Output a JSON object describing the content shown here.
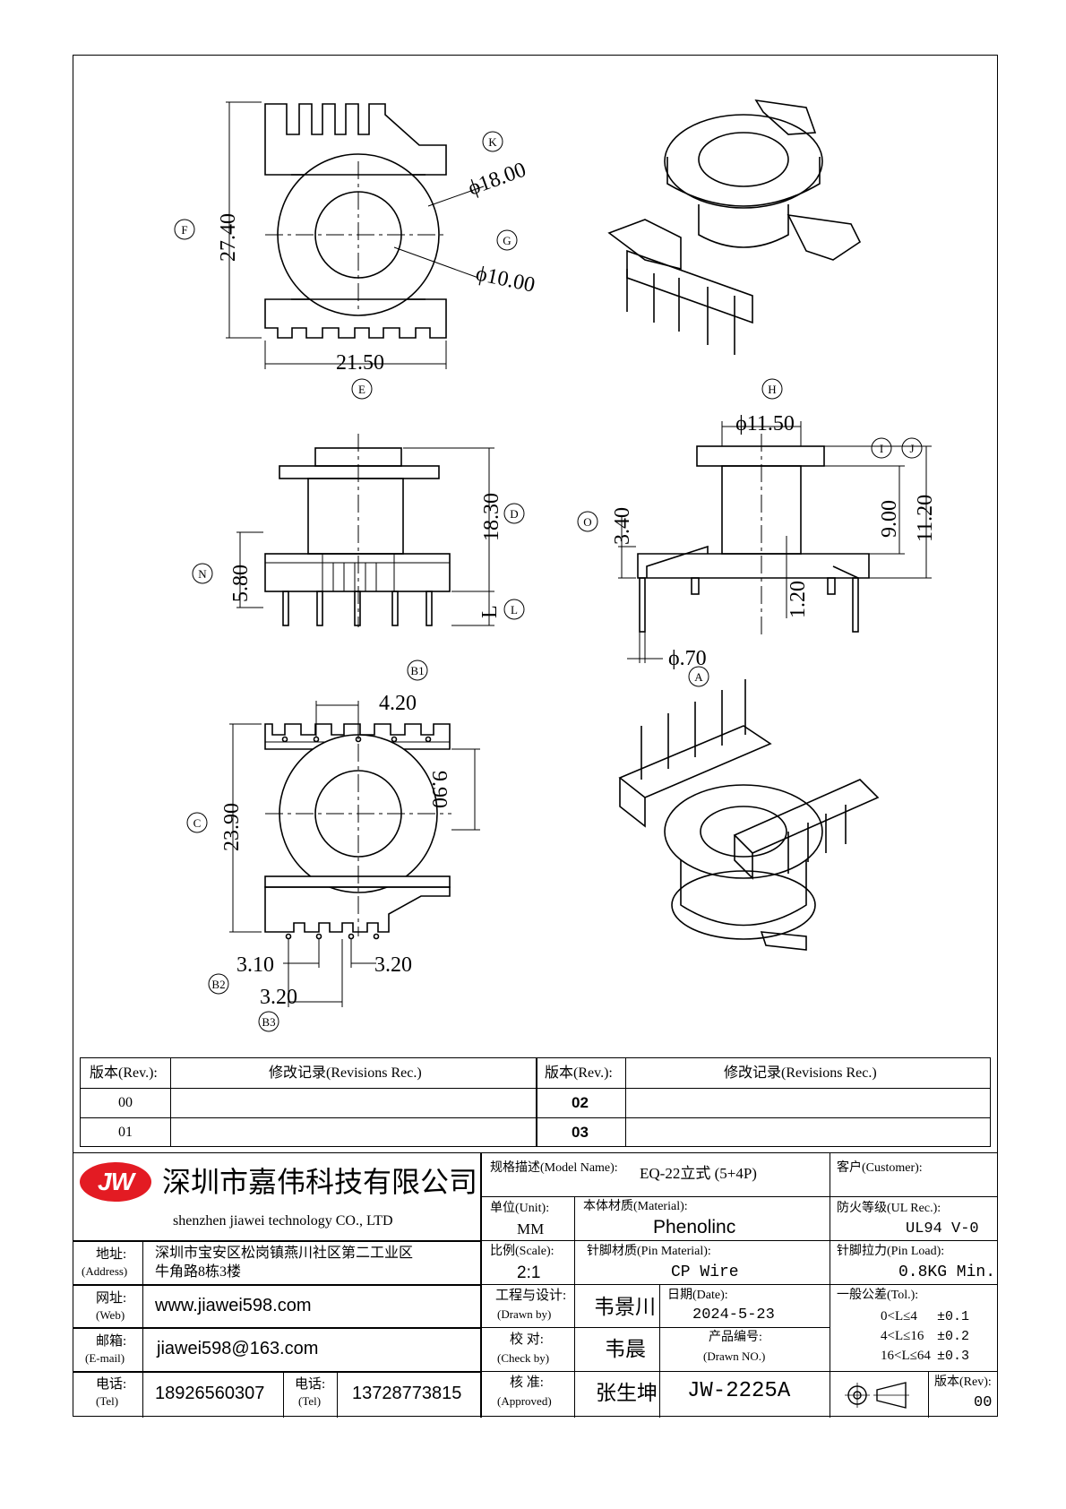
{
  "drawing": {
    "dims": {
      "k": "K",
      "phi18": "ϕ18.00",
      "g": "G",
      "phi10": "ϕ10.00",
      "f": "F",
      "d2740": "27.40",
      "d2150": "21.50",
      "e": "E",
      "h": "H",
      "phi1150": "ϕ11.50",
      "i": "I",
      "j": "J",
      "d900": "9.00",
      "d1120": "11.20",
      "o": "O",
      "d340": "3.40",
      "d120": "1.20",
      "phi070": "ϕ.70",
      "a": "A",
      "d1830": "18.30",
      "dD": "D",
      "d580": "5.80",
      "n": "N",
      "l": "L",
      "lc": "L",
      "b1": "B1",
      "d420": "4.20",
      "d990": "9.90",
      "d2390": "23.90",
      "c": "C",
      "d310": "3.10",
      "d320a": "3.20",
      "d320b": "3.20",
      "b2": "B2",
      "b3": "B3"
    }
  },
  "revisions": {
    "header_rev": "版本(Rev.):",
    "header_rec": "修改记录(Revisions Rec.)",
    "rows_left": [
      "00",
      "01"
    ],
    "rows_right": [
      "02",
      "03"
    ]
  },
  "title_block": {
    "logo": "JW",
    "company_cn": "深圳市嘉伟科技有限公司",
    "company_en": "shenzhen  jiawei  technology  CO., LTD",
    "address_label": "地址:",
    "address_label_en": "(Address)",
    "address_line1": "深圳市宝安区松岗镇燕川社区第二工业区",
    "address_line2": "牛角路8栋3楼",
    "web_label": "网址:",
    "web_label_en": "(Web)",
    "web": "www.jiawei598.com",
    "email_label": "邮箱:",
    "email_label_en": "(E-mail)",
    "email": "jiawei598@163.com",
    "tel_label": "电话:",
    "tel_label_en": "(Tel)",
    "tel1": "18926560307",
    "tel2_label": "电话:",
    "tel2_label_en": "(Tel)",
    "tel2": "13728773815",
    "model_label": "规格描述(Model Name):",
    "model": "EQ-22立式 (5+4P)",
    "customer_label": "客户(Customer):",
    "unit_label": "单位(Unit):",
    "unit": "MM",
    "material_label": "本体材质(Material):",
    "material": "Phenolinc",
    "ul_label": "防火等级(UL Rec.):",
    "ul": "UL94 V-0",
    "scale_label": "比例(Scale):",
    "scale": "2:1",
    "pin_material_label": "针脚材质(Pin Material):",
    "pin_material": "CP Wire",
    "pin_load_label": "针脚拉力(Pin Load):",
    "pin_load": "0.8KG Min.",
    "drawn_label": "工程与设计:",
    "drawn_label_en": "(Drawn by)",
    "drawn": "韦景川",
    "date_label": "日期(Date):",
    "date": "2024-5-23",
    "tol_label": "一般公差(Tol.):",
    "tol1_range": "0<L≤4",
    "tol1": "±0.1",
    "tol2_range": "4<L≤16",
    "tol2": "±0.2",
    "tol3_range": "16<L≤64",
    "tol3": "±0.3",
    "check_label": "校  对:",
    "check_label_en": "(Check by)",
    "check": "韦晨",
    "drawing_no_label": "产品编号:",
    "drawing_no_label_en": "(Drawn NO.)",
    "approved_label": "核  准:",
    "approved_label_en": "(Approved)",
    "approved": "张生坤",
    "drawing_no": "JW-2225A",
    "rev_label": "版本(Rev):",
    "rev": "00"
  },
  "colors": {
    "logo_red": "#e31b23"
  }
}
